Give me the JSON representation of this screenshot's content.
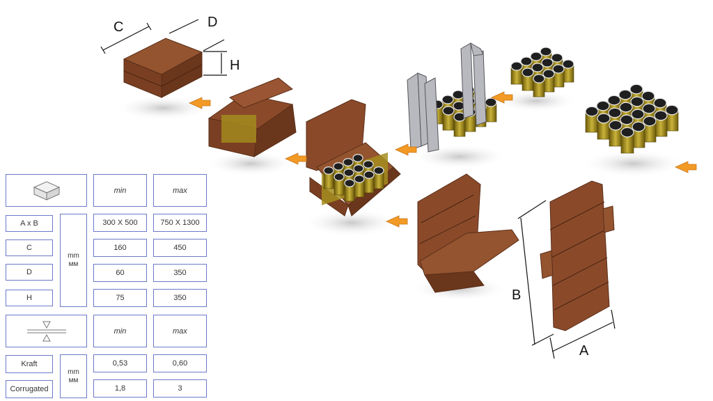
{
  "diagram": {
    "labels": {
      "C": "C",
      "D": "D",
      "H": "H",
      "A": "A",
      "B": "B"
    }
  },
  "table": {
    "header1": {
      "min": "min",
      "max": "max"
    },
    "rows1": [
      {
        "label": "A x B",
        "min": "300 X 500",
        "max": "750 X 1300"
      },
      {
        "label": "C",
        "min": "160",
        "max": "450"
      },
      {
        "label": "D",
        "min": "60",
        "max": "350"
      },
      {
        "label": "H",
        "min": "75",
        "max": "350"
      }
    ],
    "unit1": [
      "mm",
      "мм"
    ],
    "header2": {
      "min": "min",
      "max": "max"
    },
    "rows2": [
      {
        "label": "Kraft",
        "min": "0,53",
        "max": "0,60"
      },
      {
        "label": "Corrugated",
        "min": "1,8",
        "max": "3"
      }
    ],
    "unit2": [
      "mm",
      "мм"
    ]
  },
  "colors": {
    "box": "#8a4a2a",
    "box_dark": "#6e3a20",
    "can": "#a58e1e",
    "arrow": "#f29a25",
    "table_border": "#6b79c9"
  }
}
